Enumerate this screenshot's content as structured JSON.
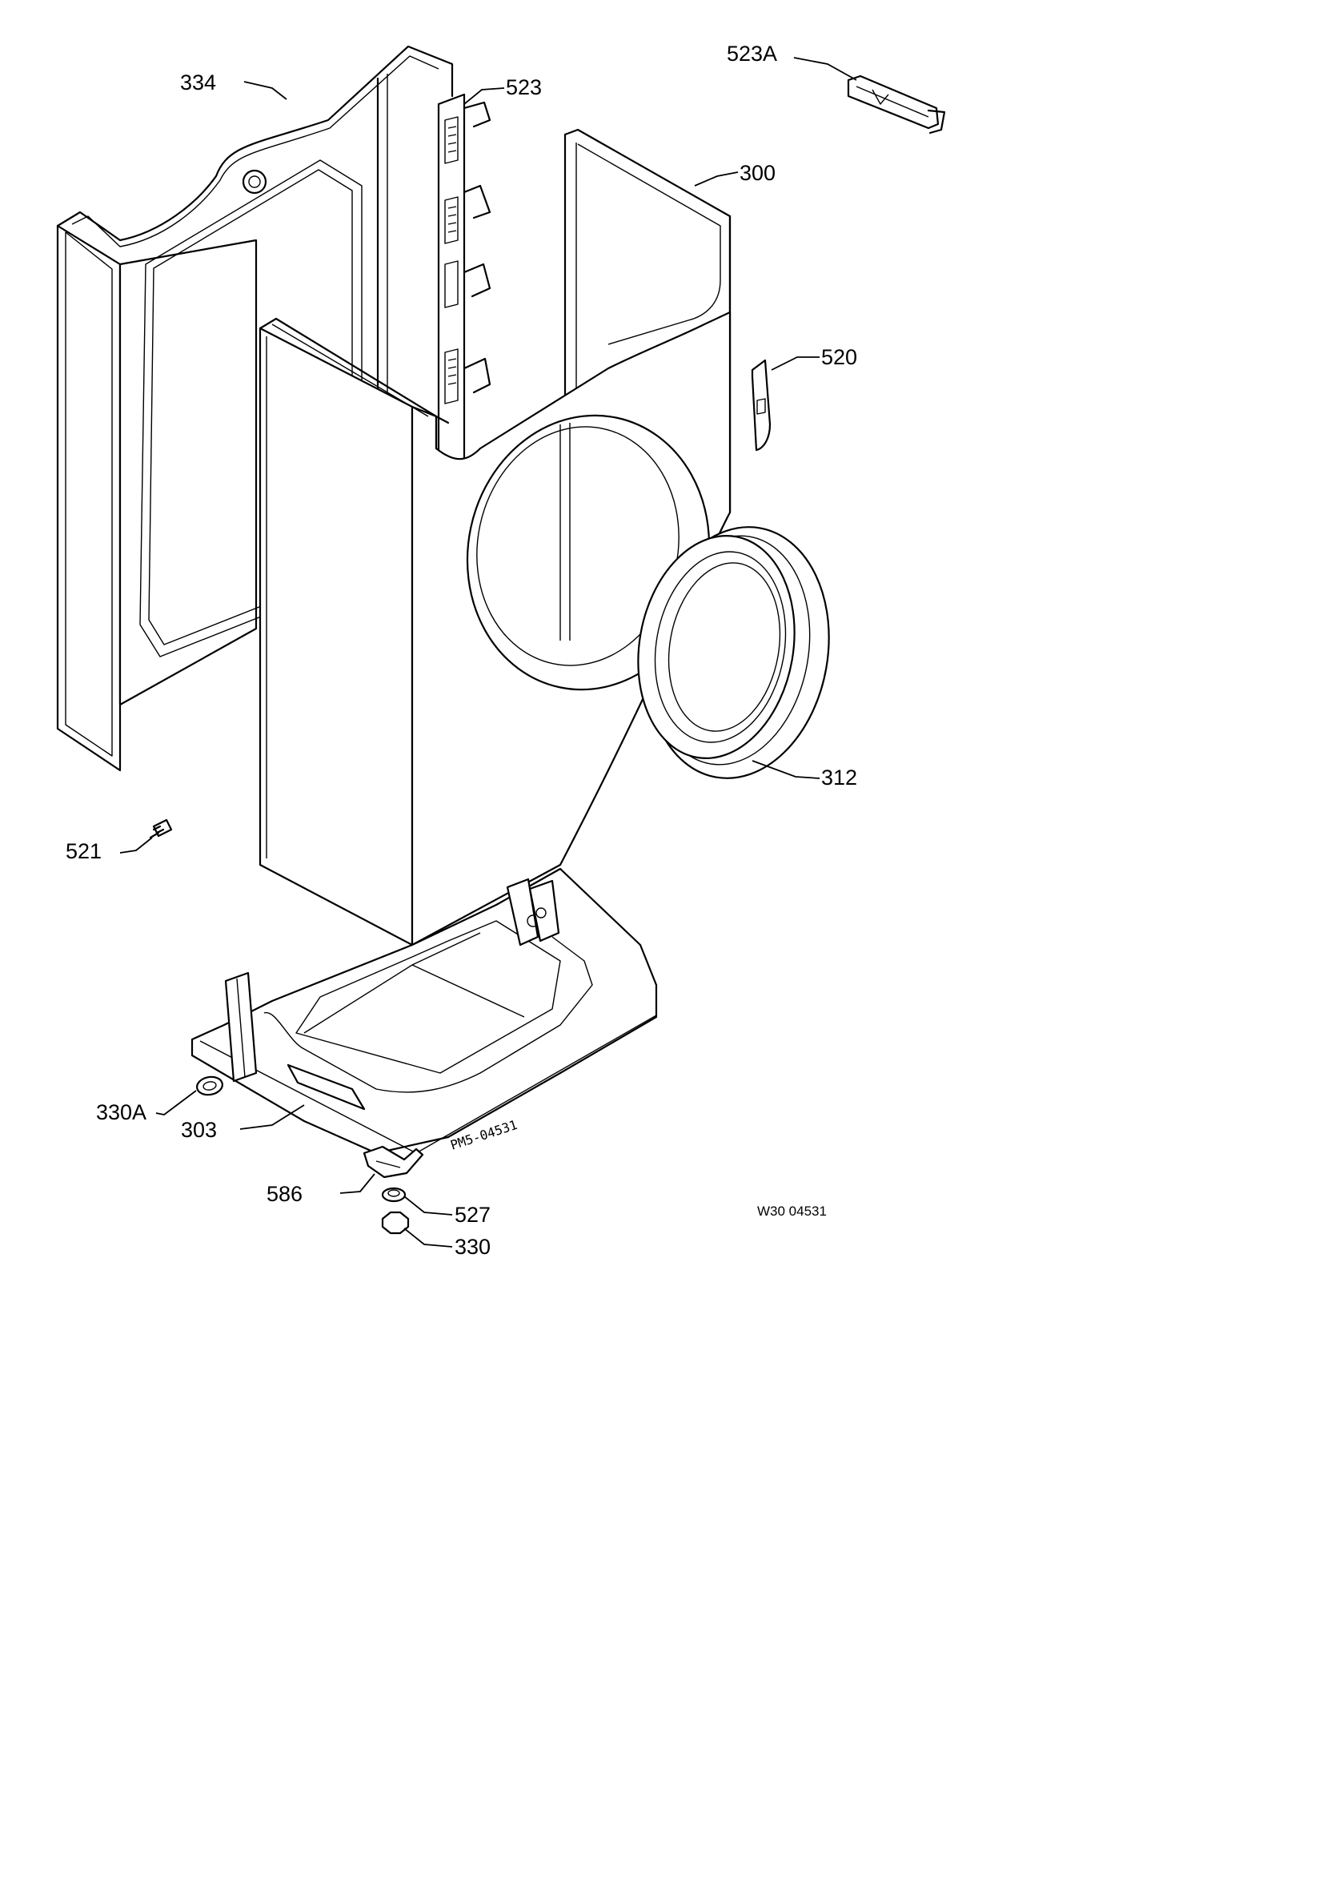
{
  "diagram": {
    "labels": {
      "l334": "334",
      "l523": "523",
      "l523A": "523A",
      "l300": "300",
      "l520": "520",
      "l312": "312",
      "l521": "521",
      "l330A": "330A",
      "l303": "303",
      "l586": "586",
      "l527": "527",
      "l330": "330"
    },
    "drawing_code": "W30 04531",
    "base_stamp": "PM5-04531"
  }
}
